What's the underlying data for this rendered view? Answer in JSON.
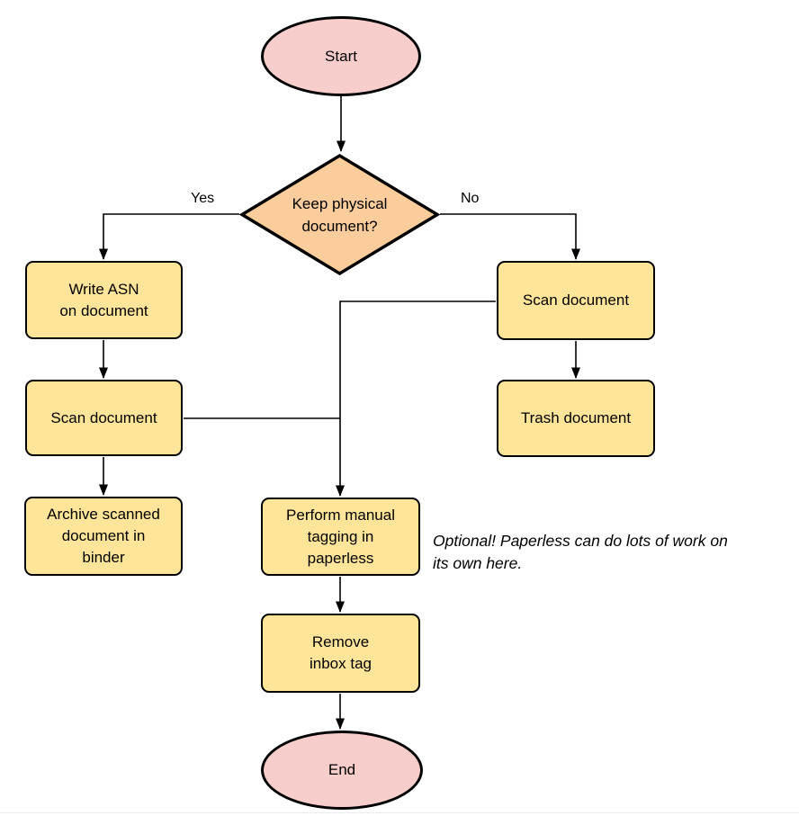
{
  "colors": {
    "terminal-fill": "#F8CECC",
    "decision-fill": "#FBCD9C",
    "process-fill": "#FFE599",
    "shape-stroke": "#000000",
    "connector-stroke": "#000000",
    "text": "#000000"
  },
  "nodes": {
    "start": {
      "type": "terminal",
      "label": "Start"
    },
    "decision": {
      "type": "decision",
      "label": "Keep physical\ndocument?"
    },
    "write_asn": {
      "type": "process",
      "label": "Write ASN\non document"
    },
    "scan_left": {
      "type": "process",
      "label": "Scan document"
    },
    "archive": {
      "type": "process",
      "label": "Archive scanned\ndocument in\nbinder"
    },
    "scan_right": {
      "type": "process",
      "label": "Scan document"
    },
    "trash": {
      "type": "process",
      "label": "Trash document"
    },
    "tagging": {
      "type": "process",
      "label": "Perform manual\ntagging in\npaperless"
    },
    "remove_inbox": {
      "type": "process",
      "label": "Remove\ninbox tag"
    },
    "end": {
      "type": "terminal",
      "label": "End"
    }
  },
  "edge_labels": {
    "yes": "Yes",
    "no": "No"
  },
  "note": {
    "text": "Optional! Paperless can do lots of work on\nits own here."
  }
}
